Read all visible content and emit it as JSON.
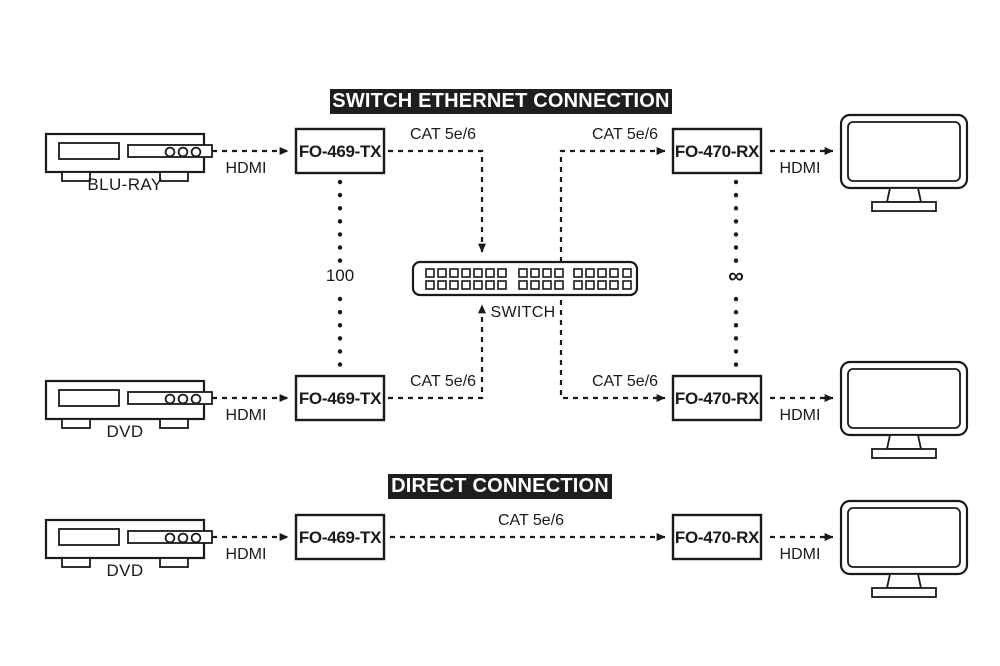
{
  "figure": {
    "title": "HDMI over CAT 5e/6 extender connection diagram",
    "background_color": "#ffffff",
    "line_color": "#1a1a1a",
    "banner_color": "#1e1e1e",
    "banner_text_color": "#ffffff"
  },
  "sections": [
    {
      "id": "switch-ethernet",
      "banner_label": "SWITCH ETHERNET CONNECTION"
    },
    {
      "id": "direct",
      "banner_label": "DIRECT CONNECTION"
    }
  ],
  "switch_section": {
    "rows": [
      {
        "id": "row-top",
        "source_label": "BLU-RAY",
        "source_icon": "media-player-icon",
        "source_to_tx_label": "HDMI",
        "transmitter_label": "FO-469-TX",
        "tx_to_switch_label": "CAT 5e/6",
        "switch_to_rx_label": "CAT 5e/6",
        "receiver_label": "FO-470-RX",
        "rx_to_display_label": "HDMI",
        "display_icon": "monitor-icon"
      },
      {
        "id": "row-bottom",
        "source_label": "DVD",
        "source_icon": "media-player-icon",
        "source_to_tx_label": "HDMI",
        "transmitter_label": "FO-469-TX",
        "tx_to_switch_label": "CAT 5e/6",
        "switch_to_rx_label": "CAT 5e/6",
        "receiver_label": "FO-470-RX",
        "rx_to_display_label": "HDMI",
        "display_icon": "monitor-icon"
      }
    ],
    "transmitter_stack_count": "100",
    "receiver_stack_count": "∞",
    "network_switch": {
      "label": "SWITCH",
      "icon": "network-switch-icon",
      "port_groups": [
        7,
        4,
        4,
        4,
        1
      ],
      "port_rows": 2
    }
  },
  "direct_section": {
    "row": {
      "id": "row-direct",
      "source_label": "DVD",
      "source_icon": "media-player-icon",
      "source_to_tx_label": "HDMI",
      "transmitter_label": "FO-469-TX",
      "tx_to_rx_label": "CAT 5e/6",
      "receiver_label": "FO-470-RX",
      "rx_to_display_label": "HDMI",
      "display_icon": "monitor-icon"
    }
  }
}
